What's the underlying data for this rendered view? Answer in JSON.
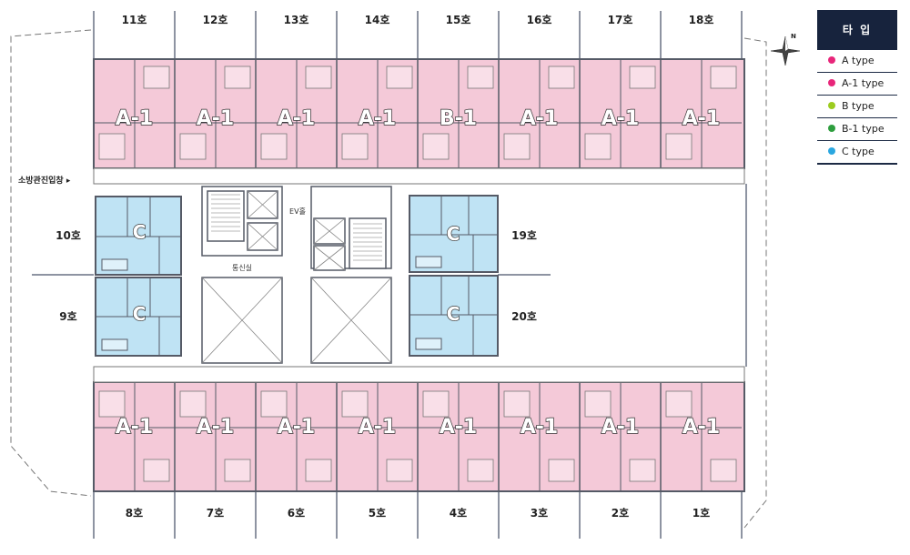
{
  "top_units": [
    "11호",
    "12호",
    "13호",
    "14호",
    "15호",
    "16호",
    "17호",
    "18호"
  ],
  "bottom_units": [
    "8호",
    "7호",
    "6호",
    "5호",
    "4호",
    "3호",
    "2호",
    "1호"
  ],
  "left_units": [
    "10호",
    "9호"
  ],
  "right_units": [
    "19호",
    "20호"
  ],
  "top_types": [
    "A-1",
    "A-1",
    "A-1",
    "A-1",
    "B-1",
    "A-1",
    "A-1",
    "A-1"
  ],
  "bottom_types": [
    "A-1",
    "A-1",
    "A-1",
    "A-1",
    "A-1",
    "A-1",
    "A-1",
    "A-1"
  ],
  "c_type_label": "C",
  "core_labels": {
    "ev_hall": "EV홀",
    "telecom": "통신실"
  },
  "fire_entry_label": "소방관진입창 ▸",
  "compass_letter": "N",
  "legend": {
    "title": "타 입",
    "items": [
      {
        "label": "A type",
        "color": "#e8267a"
      },
      {
        "label": "A-1 type",
        "color": "#e8267a"
      },
      {
        "label": "B type",
        "color": "#9ccc1f"
      },
      {
        "label": "B-1 type",
        "color": "#2e9e3e"
      },
      {
        "label": "C type",
        "color": "#2aa7e0"
      }
    ]
  },
  "colors": {
    "pink": "#f4c9d8",
    "blue": "#bfe3f4",
    "line": "#555a66",
    "dark": "#1c2a44"
  }
}
